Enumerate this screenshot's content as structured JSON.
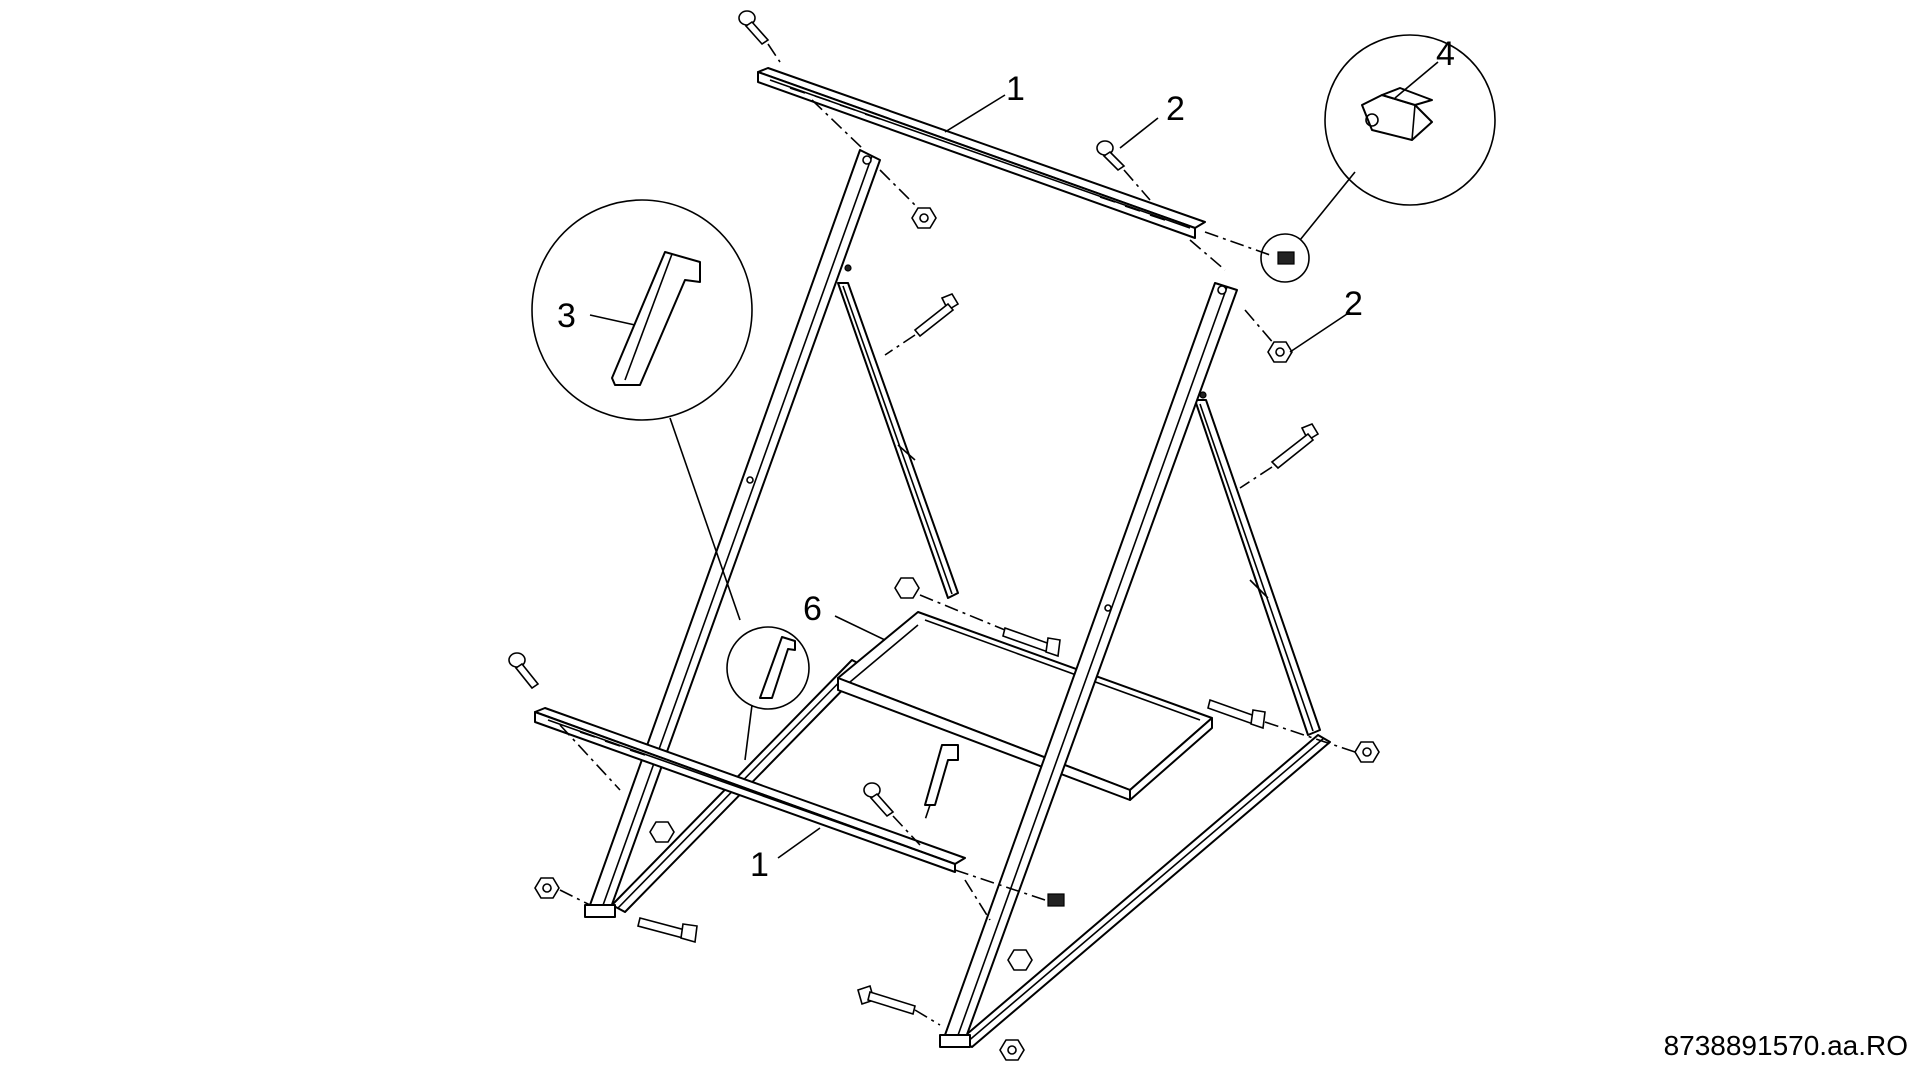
{
  "callouts": {
    "rail_top": "1",
    "rail_bottom": "1",
    "screw_top": "2",
    "nut_right": "2",
    "hook_detail": "3",
    "clamp_detail": "4",
    "tray": "6"
  },
  "document_number": "8738891570.aa.RO"
}
